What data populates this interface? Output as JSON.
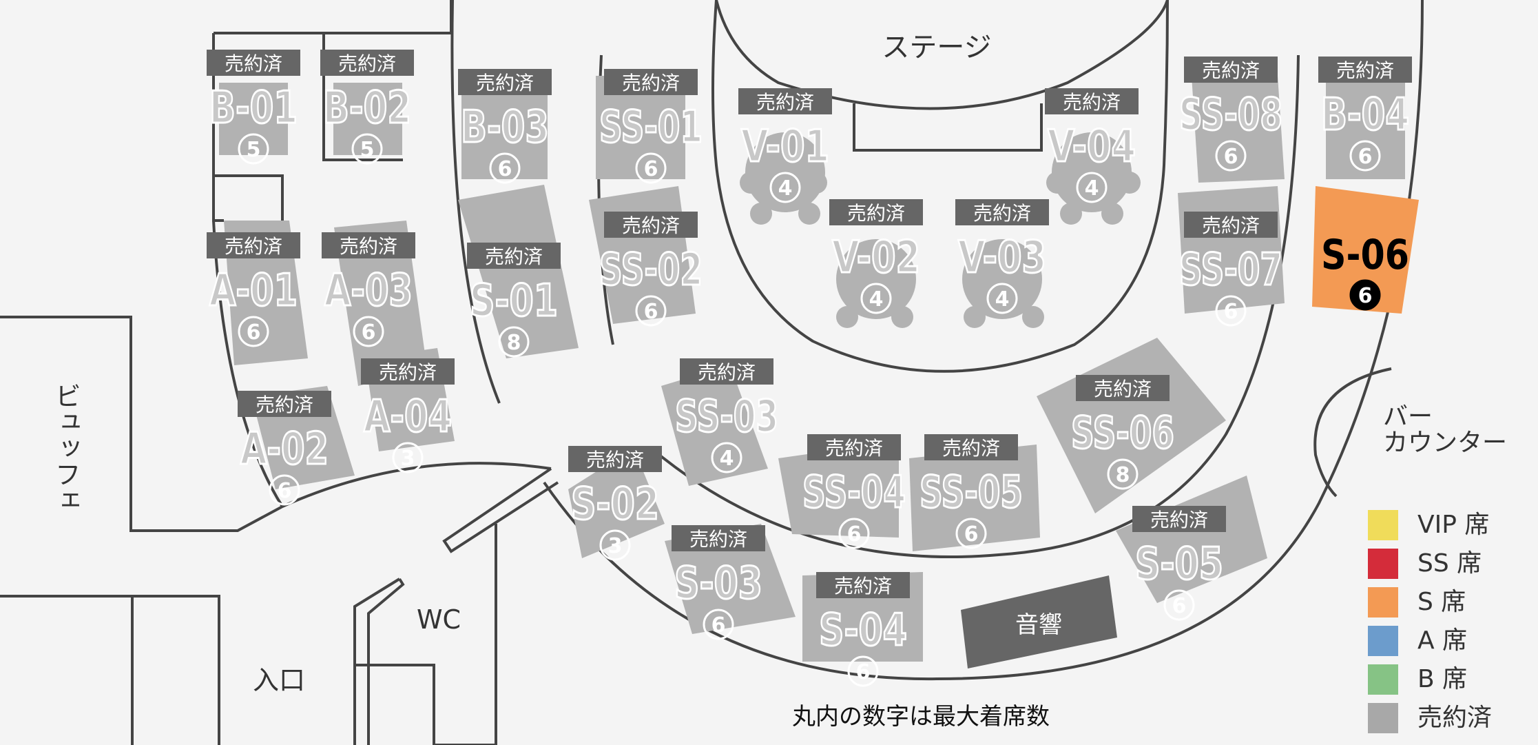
{
  "areas": {
    "stage": "ステージ",
    "bar_counter": [
      "バー",
      "カウンター"
    ],
    "buffet": "ビュッフェ",
    "wc": "WC",
    "entrance": "入口",
    "sound": "音響"
  },
  "caption": "丸内の数字は最大着席数",
  "sold_label": "売約済",
  "seats": [
    {
      "code": "B-01",
      "capacity": "5",
      "status": "sold"
    },
    {
      "code": "B-02",
      "capacity": "5",
      "status": "sold"
    },
    {
      "code": "B-03",
      "capacity": "6",
      "status": "sold"
    },
    {
      "code": "SS-01",
      "capacity": "6",
      "status": "sold"
    },
    {
      "code": "V-01",
      "capacity": "4",
      "status": "sold"
    },
    {
      "code": "V-04",
      "capacity": "4",
      "status": "sold"
    },
    {
      "code": "SS-08",
      "capacity": "6",
      "status": "sold"
    },
    {
      "code": "B-04",
      "capacity": "6",
      "status": "sold"
    },
    {
      "code": "V-02",
      "capacity": "4",
      "status": "sold"
    },
    {
      "code": "V-03",
      "capacity": "4",
      "status": "sold"
    },
    {
      "code": "A-01",
      "capacity": "6",
      "status": "sold"
    },
    {
      "code": "A-03",
      "capacity": "6",
      "status": "sold"
    },
    {
      "code": "S-01",
      "capacity": "8",
      "status": "sold"
    },
    {
      "code": "SS-02",
      "capacity": "6",
      "status": "sold"
    },
    {
      "code": "SS-07",
      "capacity": "6",
      "status": "sold"
    },
    {
      "code": "S-06",
      "capacity": "6",
      "status": "available"
    },
    {
      "code": "A-04",
      "capacity": "3",
      "status": "sold"
    },
    {
      "code": "A-02",
      "capacity": "6",
      "status": "sold"
    },
    {
      "code": "SS-03",
      "capacity": "4",
      "status": "sold"
    },
    {
      "code": "SS-06",
      "capacity": "8",
      "status": "sold"
    },
    {
      "code": "S-02",
      "capacity": "3",
      "status": "sold"
    },
    {
      "code": "SS-04",
      "capacity": "6",
      "status": "sold"
    },
    {
      "code": "SS-05",
      "capacity": "6",
      "status": "sold"
    },
    {
      "code": "S-05",
      "capacity": "6",
      "status": "sold"
    },
    {
      "code": "S-03",
      "capacity": "6",
      "status": "sold"
    },
    {
      "code": "S-04",
      "capacity": "6",
      "status": "sold"
    }
  ],
  "legend": [
    {
      "label": "VIP 席",
      "color": "#f0dc5a"
    },
    {
      "label": "SS 席",
      "color": "#d42c3a"
    },
    {
      "label": "S 席",
      "color": "#f39a54"
    },
    {
      "label": "A 席",
      "color": "#6c9ccc"
    },
    {
      "label": "B 席",
      "color": "#86c385"
    },
    {
      "label": "売約済",
      "color": "#a8a8a8"
    }
  ],
  "colors": {
    "sold_fill": "#b2b2b2",
    "sold_tag": "#666666",
    "available_s": "#f39a54",
    "wall": "#444444"
  }
}
